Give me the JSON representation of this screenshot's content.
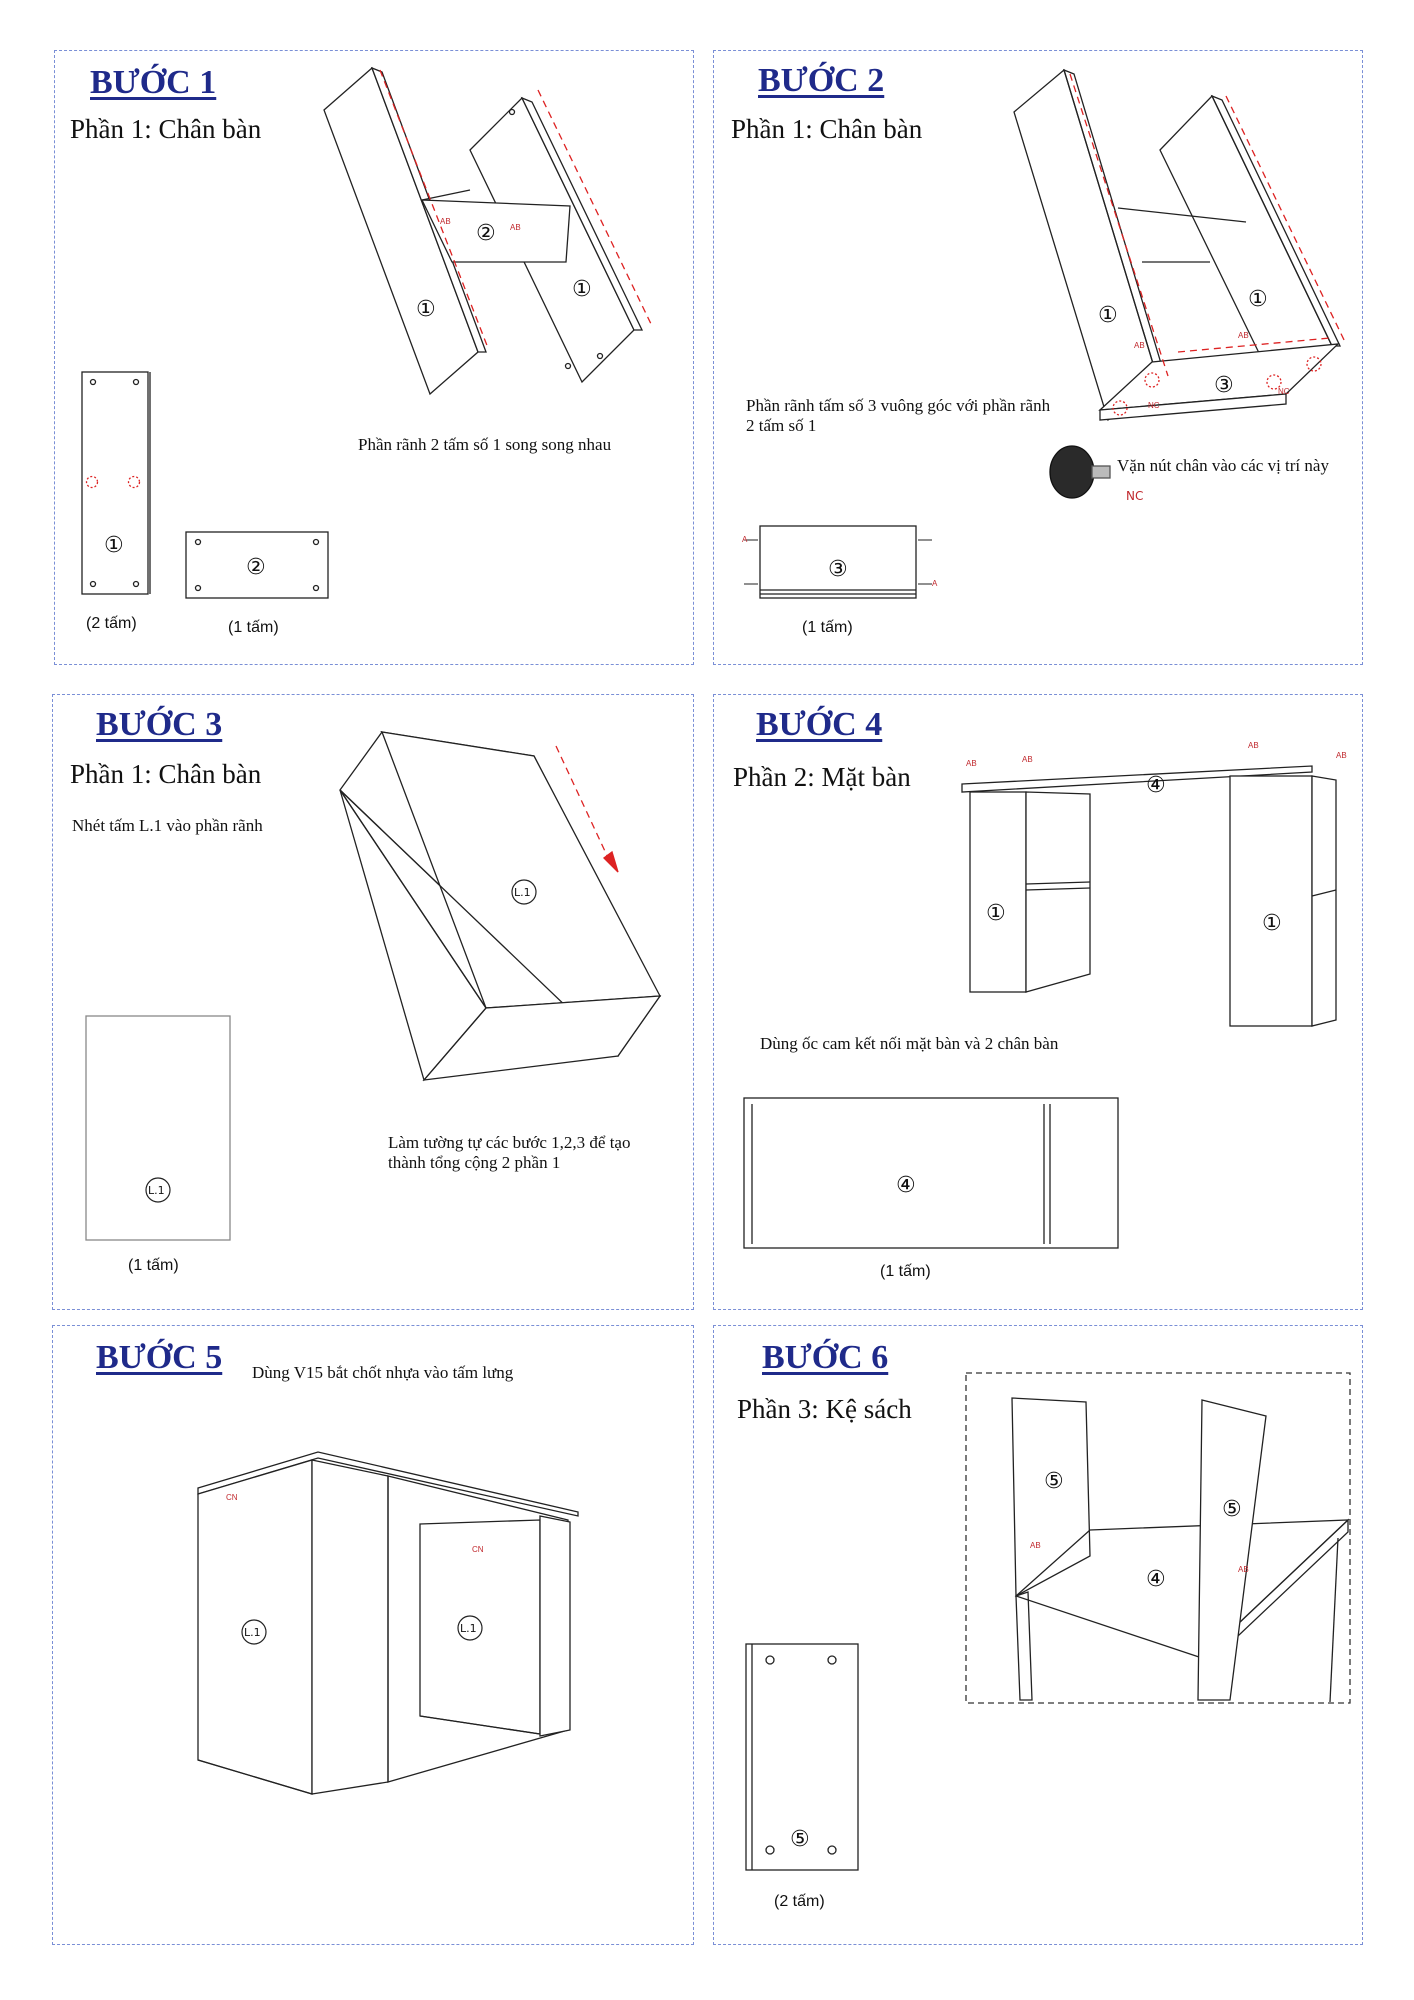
{
  "steps": [
    {
      "title": "BƯỚC 1",
      "part": "Phần 1: Chân bàn",
      "note": "Phần rãnh 2 tấm số 1 song song nhau",
      "qty_a": "(2 tấm)",
      "qty_b": "(1 tấm)"
    },
    {
      "title": "BƯỚC 2",
      "part": "Phần 1: Chân bàn",
      "note": "Phần rãnh tấm số 3 vuông góc với phần rãnh 2 tấm số 1",
      "knob_note": "Vặn nút chân vào các vị trí này",
      "knob_code": "NC",
      "qty_a": "(1 tấm)"
    },
    {
      "title": "BƯỚC 3",
      "part": "Phần 1: Chân bàn",
      "note": "Nhét tấm L.1 vào phần rãnh",
      "note2": "Làm tường tự các bước 1,2,3 để tạo thành tổng cộng 2 phần 1",
      "qty_a": "(1 tấm)"
    },
    {
      "title": "BƯỚC 4",
      "part": "Phần 2: Mặt bàn",
      "note": "Dùng ốc cam kết nối mặt bàn và 2 chân bàn",
      "qty_a": "(1 tấm)"
    },
    {
      "title": "BƯỚC 5",
      "note": "Dùng V15 bắt chốt nhựa vào tấm lưng"
    },
    {
      "title": "BƯỚC 6",
      "part": "Phần 3: Kệ sách",
      "qty_a": "(2 tấm)"
    }
  ],
  "labels": {
    "p1": "①",
    "p2": "②",
    "p3": "③",
    "p4": "④",
    "p5": "⑤",
    "l1": "L.1",
    "ab": "AB",
    "cn": "CN",
    "nc": "NC",
    "a": "A"
  },
  "colors": {
    "title": "#1f2a8a",
    "border": "#7a8fd6",
    "marker": "#c0282d"
  }
}
